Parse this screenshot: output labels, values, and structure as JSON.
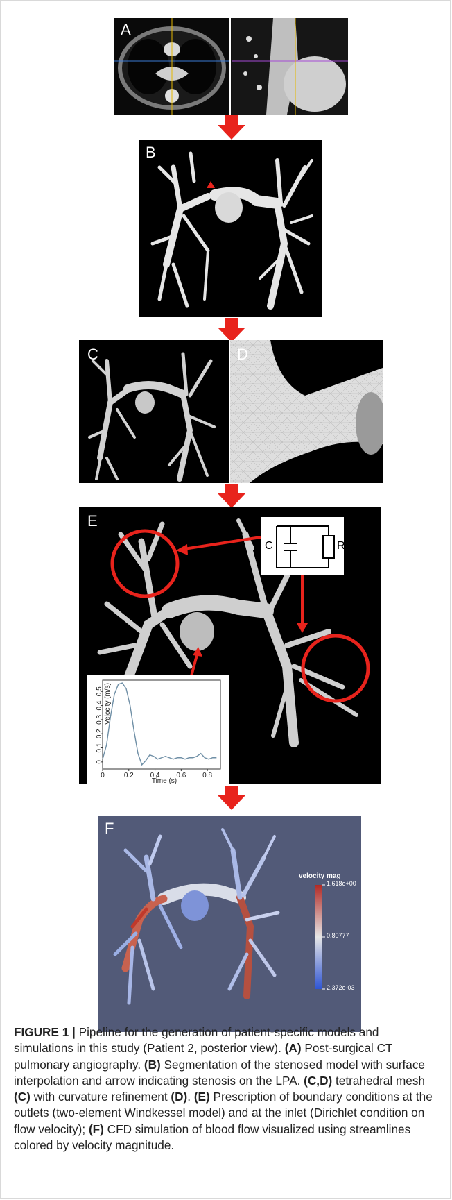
{
  "figure": {
    "panels": {
      "a": {
        "label": "A",
        "description": "CT axial and sagittal slices"
      },
      "b": {
        "label": "B"
      },
      "c": {
        "label": "C"
      },
      "d": {
        "label": "D"
      },
      "e": {
        "label": "E",
        "capacitor_label": "C",
        "resistor_label": "R"
      },
      "f": {
        "label": "F",
        "colorbar_title": "velocity mag",
        "colorbar_max": "1.618e+00",
        "colorbar_mid": "0.80777",
        "colorbar_min": "2.372e-03",
        "colors": {
          "background": "#525a78",
          "high": "#c0392b",
          "low": "#2f5bd6"
        }
      }
    },
    "accent_color": "#e8231c"
  },
  "chart_data": {
    "type": "line",
    "title": "",
    "xlabel": "Time (s)",
    "ylabel": "Velocity (m/s)",
    "xlim": [
      0,
      0.9
    ],
    "ylim": [
      -0.05,
      0.58
    ],
    "x_ticks": [
      "0",
      "0.2",
      "0.4",
      "0.6",
      "0.8"
    ],
    "y_ticks": [
      "0",
      "0.1",
      "0.2",
      "0.3",
      "0.4",
      "0.5"
    ],
    "series": [
      {
        "x": [
          0,
          0.03,
          0.06,
          0.09,
          0.12,
          0.15,
          0.18,
          0.21,
          0.24,
          0.27,
          0.3,
          0.33,
          0.36,
          0.39,
          0.42,
          0.45,
          0.48,
          0.51,
          0.54,
          0.57,
          0.6,
          0.63,
          0.66,
          0.69,
          0.72,
          0.75,
          0.78,
          0.81,
          0.84,
          0.87
        ],
        "y": [
          0.02,
          0.12,
          0.32,
          0.48,
          0.55,
          0.56,
          0.52,
          0.4,
          0.22,
          0.06,
          -0.02,
          0.01,
          0.05,
          0.04,
          0.02,
          0.03,
          0.04,
          0.03,
          0.02,
          0.03,
          0.03,
          0.02,
          0.03,
          0.03,
          0.04,
          0.06,
          0.03,
          0.02,
          0.03,
          0.03
        ]
      }
    ]
  },
  "caption": {
    "label": "FIGURE 1 |",
    "intro": " Pipeline for the generation of patient-specific models and simulations in this study (Patient 2, posterior view). ",
    "a_tag": "(A)",
    "a_text": " Post-surgical CT pulmonary angiography. ",
    "b_tag": "(B)",
    "b_text": " Segmentation of the stenosed model with surface interpolation and arrow indicating stenosis on the LPA. ",
    "cd_tag": "(C,D)",
    "cd_text": " tetrahedral mesh ",
    "c_tag": "(C)",
    "c_text": " with curvature refinement ",
    "d_tag": "(D)",
    "d_text": ". ",
    "e_tag": "(E)",
    "e_text": " Prescription of boundary conditions at the outlets (two-element Windkessel model) and at the inlet (Dirichlet condition on flow velocity); ",
    "f_tag": "(F)",
    "f_text": " CFD simulation of blood flow visualized using streamlines colored by velocity magnitude."
  }
}
